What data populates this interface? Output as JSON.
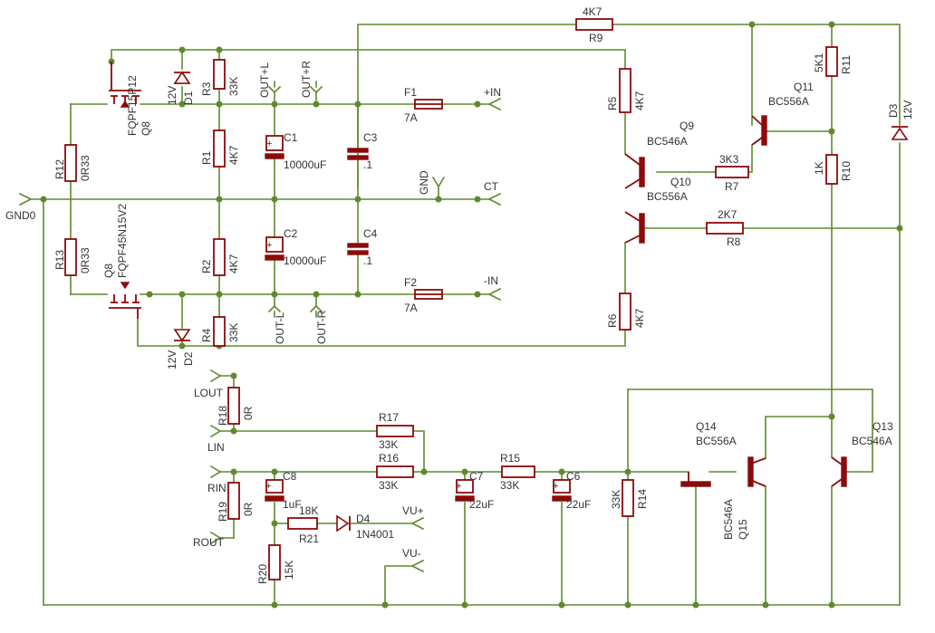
{
  "nets": {
    "gnd0": "GND0",
    "plus_in": "+IN",
    "minus_in": "-IN",
    "ct": "CT",
    "gnd": "GND",
    "out_plus_l": "OUT+L",
    "out_plus_r": "OUT+R",
    "out_minus_l": "OUT-L",
    "out_minus_r": "OUT-R",
    "lout": "LOUT",
    "lin": "LIN",
    "rin": "RIN",
    "rout": "ROUT",
    "vu_plus": "VU+",
    "vu_minus": "VU-"
  },
  "resistors": {
    "R1": {
      "name": "R1",
      "value": "4K7"
    },
    "R2": {
      "name": "R2",
      "value": "4K7"
    },
    "R3": {
      "name": "R3",
      "value": "33K"
    },
    "R4": {
      "name": "R4",
      "value": "33K"
    },
    "R5": {
      "name": "R5",
      "value": "4K7"
    },
    "R6": {
      "name": "R6",
      "value": "4K7"
    },
    "R7": {
      "name": "R7",
      "value": "3K3"
    },
    "R8": {
      "name": "R8",
      "value": "2K7"
    },
    "R9": {
      "name": "R9",
      "value": "4K7"
    },
    "R10": {
      "name": "R10",
      "value": "1K"
    },
    "R11": {
      "name": "R11",
      "value": "5K1"
    },
    "R12": {
      "name": "R12",
      "value": "0R33"
    },
    "R13": {
      "name": "R13",
      "value": "0R33"
    },
    "R14": {
      "name": "R14",
      "value": "33K"
    },
    "R15": {
      "name": "R15",
      "value": "33K"
    },
    "R16": {
      "name": "R16",
      "value": "33K"
    },
    "R17": {
      "name": "R17",
      "value": "33K"
    },
    "R18": {
      "name": "R18",
      "value": "0R"
    },
    "R19": {
      "name": "R19",
      "value": "0R"
    },
    "R20": {
      "name": "R20",
      "value": "15K"
    },
    "R21": {
      "name": "R21",
      "value": "18K"
    }
  },
  "capacitors": {
    "C1": {
      "name": "C1",
      "value": "10000uF"
    },
    "C2": {
      "name": "C2",
      "value": "10000uF"
    },
    "C3": {
      "name": "C3",
      "value": ".1"
    },
    "C4": {
      "name": "C4",
      "value": ".1"
    },
    "C6": {
      "name": "C6",
      "value": "22uF"
    },
    "C7": {
      "name": "C7",
      "value": "22uF"
    },
    "C8": {
      "name": "C8",
      "value": "1uF"
    }
  },
  "fuses": {
    "F1": {
      "name": "F1",
      "value": "7A"
    },
    "F2": {
      "name": "F2",
      "value": "7A"
    }
  },
  "diodes": {
    "D1": {
      "name": "D1",
      "value": "12V"
    },
    "D2": {
      "name": "D2",
      "value": "12V"
    },
    "D3": {
      "name": "D3",
      "value": "12V"
    },
    "D4": {
      "name": "D4",
      "value": "1N4001"
    }
  },
  "transistors": {
    "Q8a": {
      "name": "Q8",
      "value": "FQPF15P12"
    },
    "Q8b": {
      "name": "Q8",
      "value": "FQPF45N15V2"
    },
    "Q9": {
      "name": "Q9",
      "value": "BC546A"
    },
    "Q10": {
      "name": "Q10",
      "value": "BC556A"
    },
    "Q11": {
      "name": "Q11",
      "value": "BC556A"
    },
    "Q13": {
      "name": "Q13",
      "value": "BC546A"
    },
    "Q14": {
      "name": "Q14",
      "value": "BC556A"
    },
    "Q15": {
      "name": "Q15",
      "value": "BC546A"
    }
  }
}
